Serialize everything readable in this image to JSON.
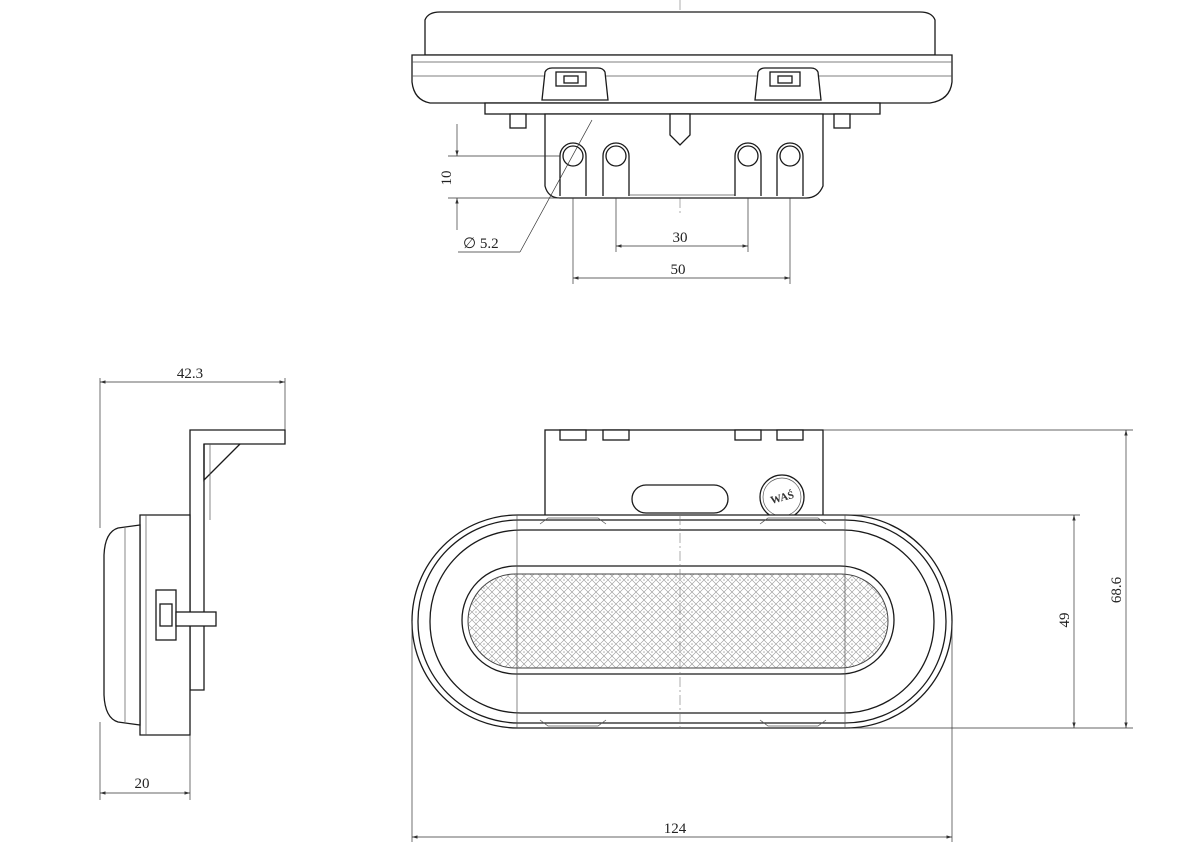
{
  "dimensions": {
    "pitch_vertical": "10",
    "hole_diameter": "∅ 5.2",
    "hole_spacing": "30",
    "bracket_width": "50",
    "side_depth": "42.3",
    "body_depth": "20",
    "lens_height": "49",
    "total_height": "68.6",
    "total_width": "124"
  },
  "logo": {
    "text": "WAŚ"
  },
  "colors": {
    "line": "#1a1a1a",
    "background": "#ffffff"
  }
}
